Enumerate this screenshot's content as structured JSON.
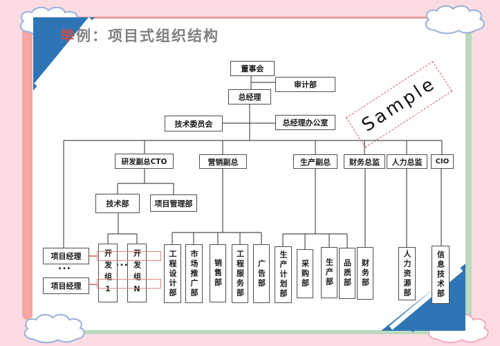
{
  "title": {
    "lead": "举",
    "rest": "例：项目式组织结构"
  },
  "watermark": "Sample",
  "colors": {
    "background_pink": "#fcdce2",
    "frame_salmon": "#f4a7a3",
    "frame_green": "#bcd9bd",
    "accent_blue": "#2e75b6",
    "cloud_outline_blue": "#9db3dd",
    "cloud_outline_pink": "#f2afc0",
    "title_gray": "#7f7f7f",
    "title_red": "#c05050",
    "watermark_red": "#e05555",
    "matrix_link_red": "#dd8585",
    "connector_gray": "#4d4d4d"
  },
  "org": {
    "ellipsis_pm": "...",
    "ellipsis_dev": "...",
    "nodes": {
      "board": "董事会",
      "audit": "审计部",
      "gm": "总经理",
      "tech_committee": "技术委员会",
      "gm_office": "总经理办公室",
      "rd_vp": "研发副总CTO",
      "marketing_vp": "营销副总",
      "production_vp": "生产副总",
      "finance_director": "财务总监",
      "hr_director": "人力总监",
      "cio": "CIO",
      "tech_dept": "技术部",
      "pm_dept": "项目管理部",
      "project_manager_1": "项目经理",
      "project_manager_2": "项目经理",
      "dev_group_1": "开发组1",
      "dev_group_n": "开发组N",
      "eng_design": "工程设计部",
      "market_promo": "市场推广部",
      "sales": "销售部",
      "eng_service": "工程服务部",
      "advertising": "广告部",
      "prod_planning": "生产计划部",
      "purchasing": "采购部",
      "production": "生产部",
      "quality": "品质部",
      "finance": "财务部",
      "hr": "人力资源部",
      "it": "信息技术部"
    }
  }
}
